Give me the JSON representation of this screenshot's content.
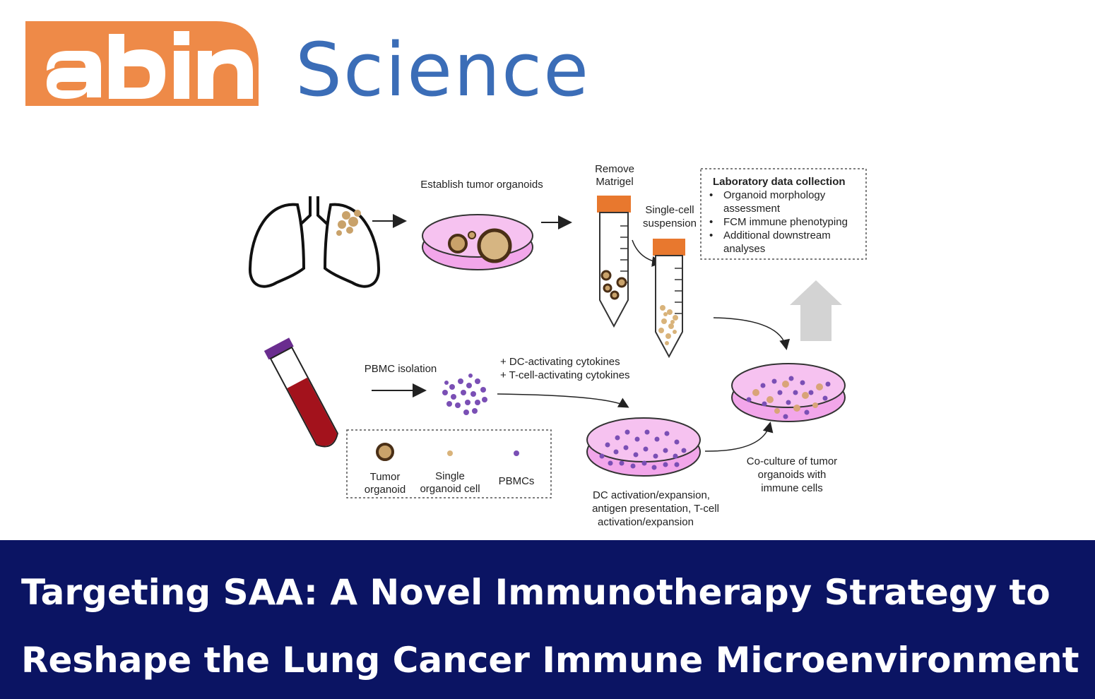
{
  "logo": {
    "brand_mark": "abin",
    "wordmark": "Science",
    "colors": {
      "mark_bg": "#ee8a48",
      "wordmark": "#3b6db7"
    }
  },
  "diagram": {
    "steps": {
      "establish": "Establish tumor organoids",
      "remove_1": "Remove",
      "remove_2": "Matrigel",
      "single_1": "Single-cell",
      "single_2": "suspension",
      "pbmc": "PBMC isolation",
      "cytokine_1": "+ DC-activating cytokines",
      "cytokine_2": "+ T-cell-activating cytokines",
      "dc_1": "DC activation/expansion,",
      "dc_2": "antigen presentation, T-cell",
      "dc_3": "activation/expansion",
      "co_1": "Co-culture of tumor",
      "co_2": "organoids with",
      "co_3": "immune cells"
    },
    "lab_box": {
      "title": "Laboratory data collection",
      "item1_a": "Organoid morphology",
      "item1_b": "assessment",
      "item2": "FCM immune phenotyping",
      "item3_a": "Additional downstream",
      "item3_b": "analyses"
    },
    "legend": {
      "tumor_1": "Tumor",
      "tumor_2": "organoid",
      "single_1": "Single",
      "single_2": "organoid cell",
      "pbmc": "PBMCs"
    },
    "colors": {
      "dish_fill": "#f2a6ea",
      "tube_cap": "#e8782e",
      "blood": "#a3121c",
      "blood_cap": "#6a2d8f",
      "pbmc": "#7a4fb5",
      "organoid": "#c9a26a"
    }
  },
  "title": {
    "line1": "Targeting SAA: A Novel Immunotherapy Strategy to",
    "line2": "Reshape the Lung Cancer Immune Microenvironment"
  }
}
